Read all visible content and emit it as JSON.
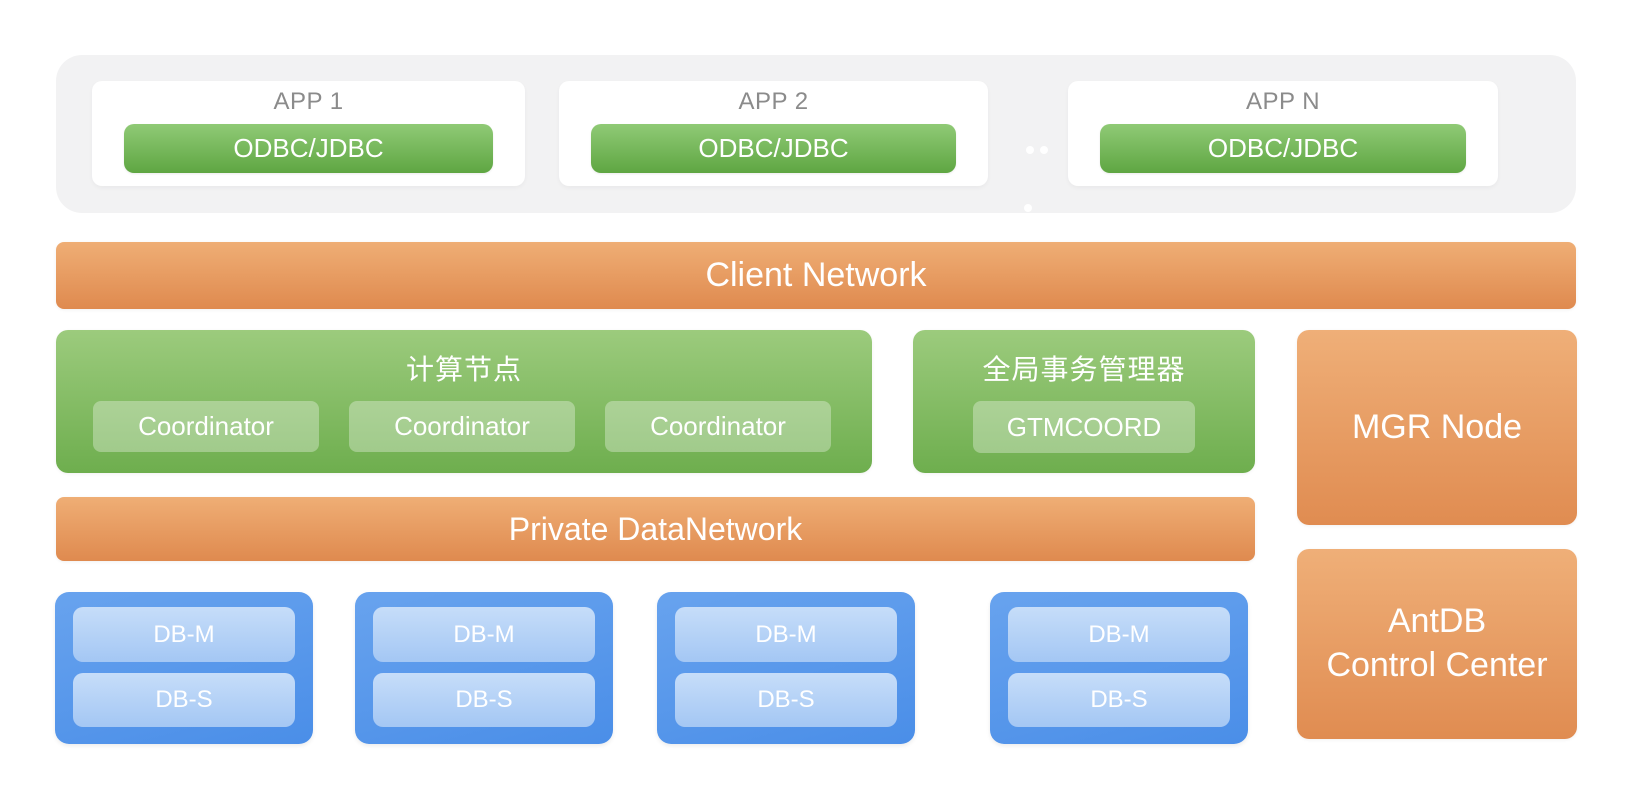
{
  "colors": {
    "page_bg": "#ffffff",
    "app_container_bg": "#f2f2f3",
    "app_title_text": "#8b8b8b",
    "orange_gradient_top": "#efae75",
    "orange_gradient_bottom": "#df8a4f",
    "green_box_gradient_top": "#9ccb7d",
    "green_box_gradient_bottom": "#6eae4e",
    "green_chip_gradient_top": "#90ca76",
    "green_chip_gradient_bottom": "#5fa642",
    "blue_group_gradient_top": "#68a3ee",
    "blue_group_gradient_bottom": "#4a8ee8",
    "blue_chip_gradient_top": "#c6ddf9",
    "blue_chip_gradient_bottom": "#a4c7f4",
    "label_text": "#ffffff"
  },
  "app_layer": {
    "apps": [
      {
        "title": "APP 1",
        "connector": "ODBC/JDBC"
      },
      {
        "title": "APP 2",
        "connector": "ODBC/JDBC"
      },
      {
        "title": "APP N",
        "connector": "ODBC/JDBC"
      }
    ]
  },
  "client_network": {
    "label": "Client Network"
  },
  "compute": {
    "title": "计算节点",
    "nodes": [
      "Coordinator",
      "Coordinator",
      "Coordinator"
    ]
  },
  "gtm": {
    "title": "全局事务管理器",
    "node": "GTMCOORD"
  },
  "mgr": {
    "label": "MGR Node"
  },
  "private_network": {
    "label": "Private DataNetwork"
  },
  "db_groups": [
    {
      "master": "DB-M",
      "standby": "DB-S"
    },
    {
      "master": "DB-M",
      "standby": "DB-S"
    },
    {
      "master": "DB-M",
      "standby": "DB-S"
    },
    {
      "master": "DB-M",
      "standby": "DB-S"
    }
  ],
  "control_center": {
    "line1": "AntDB",
    "line2": "Control Center"
  }
}
